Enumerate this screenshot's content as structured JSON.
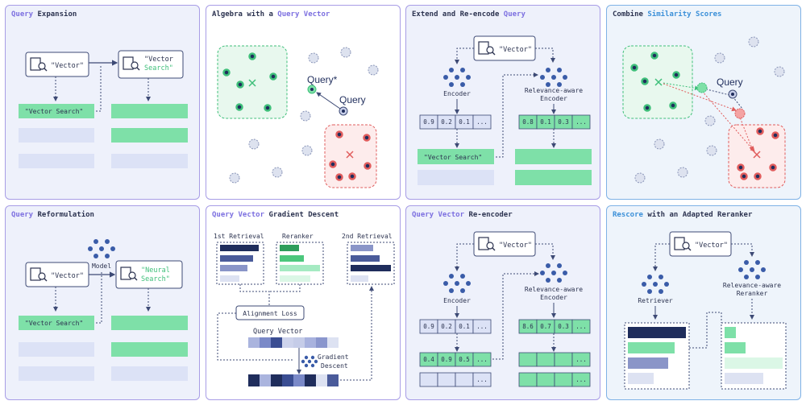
{
  "colors": {
    "purple": "#8a7fe0",
    "blue": "#4a90d9",
    "green": "#7ee0a8",
    "navy": "#1f2d5c",
    "red": "#e05c5c"
  },
  "panels": {
    "qe": {
      "t1": "Query",
      "t2": " Expansion",
      "q": "\"Vector\"",
      "exp1": "\"Vector",
      "exp2": "Search\"",
      "res": "\"Vector Search\""
    },
    "av": {
      "t1": "Algebra with a ",
      "t2": "Query Vector",
      "qstar": "Query*",
      "query": "Query"
    },
    "ere": {
      "t1": "Extend and Re-encode ",
      "t2": "Query",
      "q": "\"Vector\"",
      "enc": "Encoder",
      "rae1": "Relevance-aware",
      "rae2": "Encoder",
      "v1": [
        "0.9",
        "0.2",
        "0.1",
        "..."
      ],
      "v2": [
        "0.8",
        "0.1",
        "0.3",
        "..."
      ],
      "vs": "\"Vector Search\""
    },
    "css": {
      "t1": "Combine ",
      "t2": "Similarity Scores",
      "query": "Query"
    },
    "qr": {
      "t1": "Query",
      "t2": " Reformulation",
      "model": "Model",
      "q": "\"Vector\"",
      "n1": "\"Neural",
      "n2": "Search\"",
      "res": "\"Vector Search\""
    },
    "qvgd": {
      "t1": "Query Vector",
      "t2": " Gradient Descent",
      "r1": "1st Retrieval",
      "rr": "Reranker",
      "r2": "2nd Retrieval",
      "al": "Alignment Loss",
      "qv": "Query Vector",
      "gd1": "Gradient",
      "gd2": "Descent"
    },
    "qvre": {
      "t1": "Query Vector",
      "t2": " Re-encoder",
      "q": "\"Vector\"",
      "enc": "Encoder",
      "rae1": "Relevance-aware",
      "rae2": "Encoder",
      "v1": [
        "0.9",
        "0.2",
        "0.1",
        "..."
      ],
      "v2": [
        "8.6",
        "0.7",
        "0.3",
        "..."
      ],
      "v3": [
        "0.4",
        "0.9",
        "0.5",
        "..."
      ]
    },
    "rar": {
      "t1": "Rescore",
      "t2": " with an Adapted Reranker",
      "q": "\"Vector\"",
      "ret": "Retriever",
      "rar1": "Relevance-aware",
      "rar2": "Reranker"
    }
  }
}
